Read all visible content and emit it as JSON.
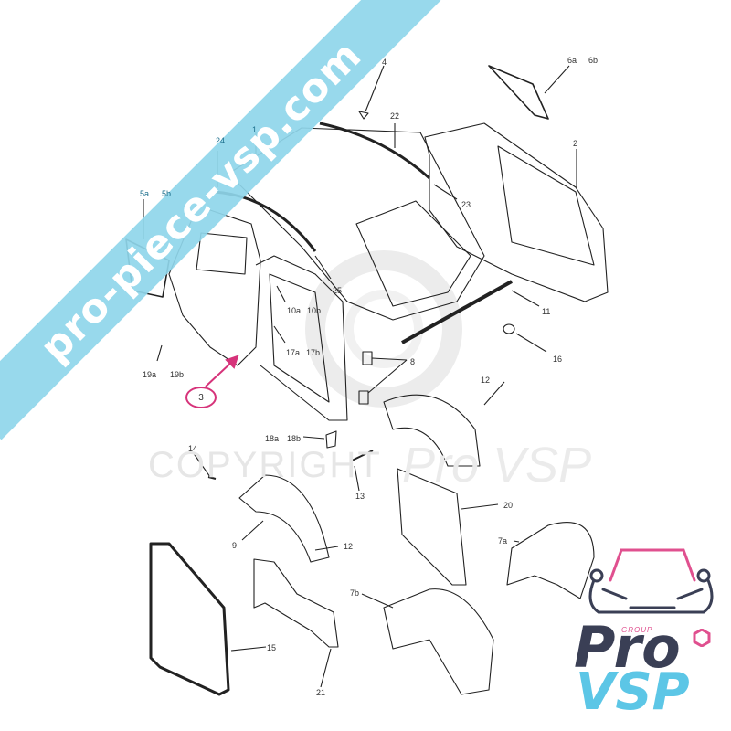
{
  "diagram": {
    "type": "exploded-parts-diagram",
    "subject": "vehicle body side panels, roof and wheel arch liners"
  },
  "watermarks": {
    "url": "pro-piece-vsp.com",
    "copyright_text": "COPYRIGHT",
    "copyright_brand": "Pro VSP"
  },
  "logo": {
    "group_label": "GROUP",
    "line1": "Pro",
    "line2": "VSP",
    "colors": {
      "pro": "#3a3f55",
      "vsp": "#5cc6e6",
      "accent": "#e0508f"
    }
  },
  "highlight": {
    "part": "3",
    "color": "#d6337a"
  },
  "callouts": [
    {
      "id": "1",
      "label": "1"
    },
    {
      "id": "2",
      "label": "2"
    },
    {
      "id": "3",
      "label": "3"
    },
    {
      "id": "4",
      "label": "4"
    },
    {
      "id": "5a",
      "label": "5a"
    },
    {
      "id": "5b",
      "label": "5b"
    },
    {
      "id": "6a",
      "label": "6a"
    },
    {
      "id": "6b",
      "label": "6b"
    },
    {
      "id": "7a",
      "label": "7a"
    },
    {
      "id": "7b",
      "label": "7b"
    },
    {
      "id": "8",
      "label": "8"
    },
    {
      "id": "9",
      "label": "9"
    },
    {
      "id": "10a",
      "label": "10a"
    },
    {
      "id": "10b",
      "label": "10b"
    },
    {
      "id": "11",
      "label": "11"
    },
    {
      "id": "12a",
      "label": "12"
    },
    {
      "id": "12b",
      "label": "12"
    },
    {
      "id": "13",
      "label": "13"
    },
    {
      "id": "14",
      "label": "14"
    },
    {
      "id": "15",
      "label": "15"
    },
    {
      "id": "16",
      "label": "16"
    },
    {
      "id": "17a",
      "label": "17a"
    },
    {
      "id": "17b",
      "label": "17b"
    },
    {
      "id": "18a",
      "label": "18a"
    },
    {
      "id": "18b",
      "label": "18b"
    },
    {
      "id": "19a",
      "label": "19a"
    },
    {
      "id": "19b",
      "label": "19b"
    },
    {
      "id": "20",
      "label": "20"
    },
    {
      "id": "21",
      "label": "21"
    },
    {
      "id": "22",
      "label": "22"
    },
    {
      "id": "23",
      "label": "23"
    },
    {
      "id": "24",
      "label": "24"
    },
    {
      "id": "25",
      "label": "25"
    }
  ]
}
